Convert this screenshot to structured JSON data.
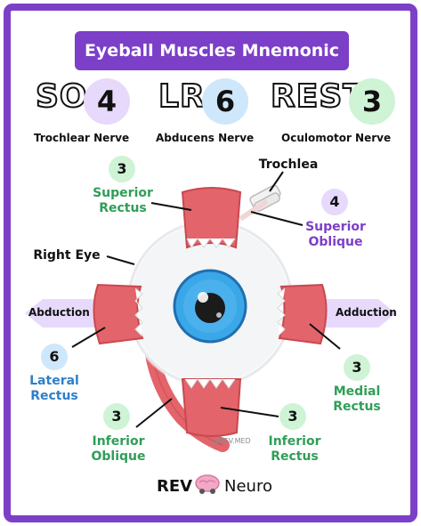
{
  "title": "Eyeball Muscles Mnemonic",
  "mnemonic": [
    {
      "code": "SO",
      "number": "4",
      "nerve": "Trochlear Nerve",
      "color": "#e7d9fb"
    },
    {
      "code": "LR",
      "number": "6",
      "nerve": "Abducens Nerve",
      "color": "#cfe7fb"
    },
    {
      "code": "REST",
      "number": "3",
      "nerve": "Oculomotor Nerve",
      "color": "#cff3d5"
    }
  ],
  "diagram": {
    "trochlea": "Trochlea",
    "right_eye": "Right Eye",
    "abduction_left": "Abduction",
    "adduction_right": "Adduction",
    "watermark": "@REV.MED",
    "muscles": {
      "superior_rectus": {
        "number": "3",
        "line1": "Superior",
        "line2": "Rectus"
      },
      "superior_oblique": {
        "number": "4",
        "line1": "Superior",
        "line2": "Oblique"
      },
      "lateral_rectus": {
        "number": "6",
        "line1": "Lateral",
        "line2": "Rectus"
      },
      "medial_rectus": {
        "number": "3",
        "line1": "Medial",
        "line2": "Rectus"
      },
      "inferior_oblique": {
        "number": "3",
        "line1": "Inferior",
        "line2": "Oblique"
      },
      "inferior_rectus": {
        "number": "3",
        "line1": "Inferior",
        "line2": "Rectus"
      }
    }
  },
  "footer": {
    "brand1": "REV",
    "brand2": "Neuro"
  },
  "colors": {
    "frame": "#7c3fc8",
    "muscle": "#e3646b",
    "iris": "#3aa7e8",
    "green_text": "#2f9e57",
    "purple_text": "#7c3fc8",
    "blue_text": "#2f7fc8"
  }
}
